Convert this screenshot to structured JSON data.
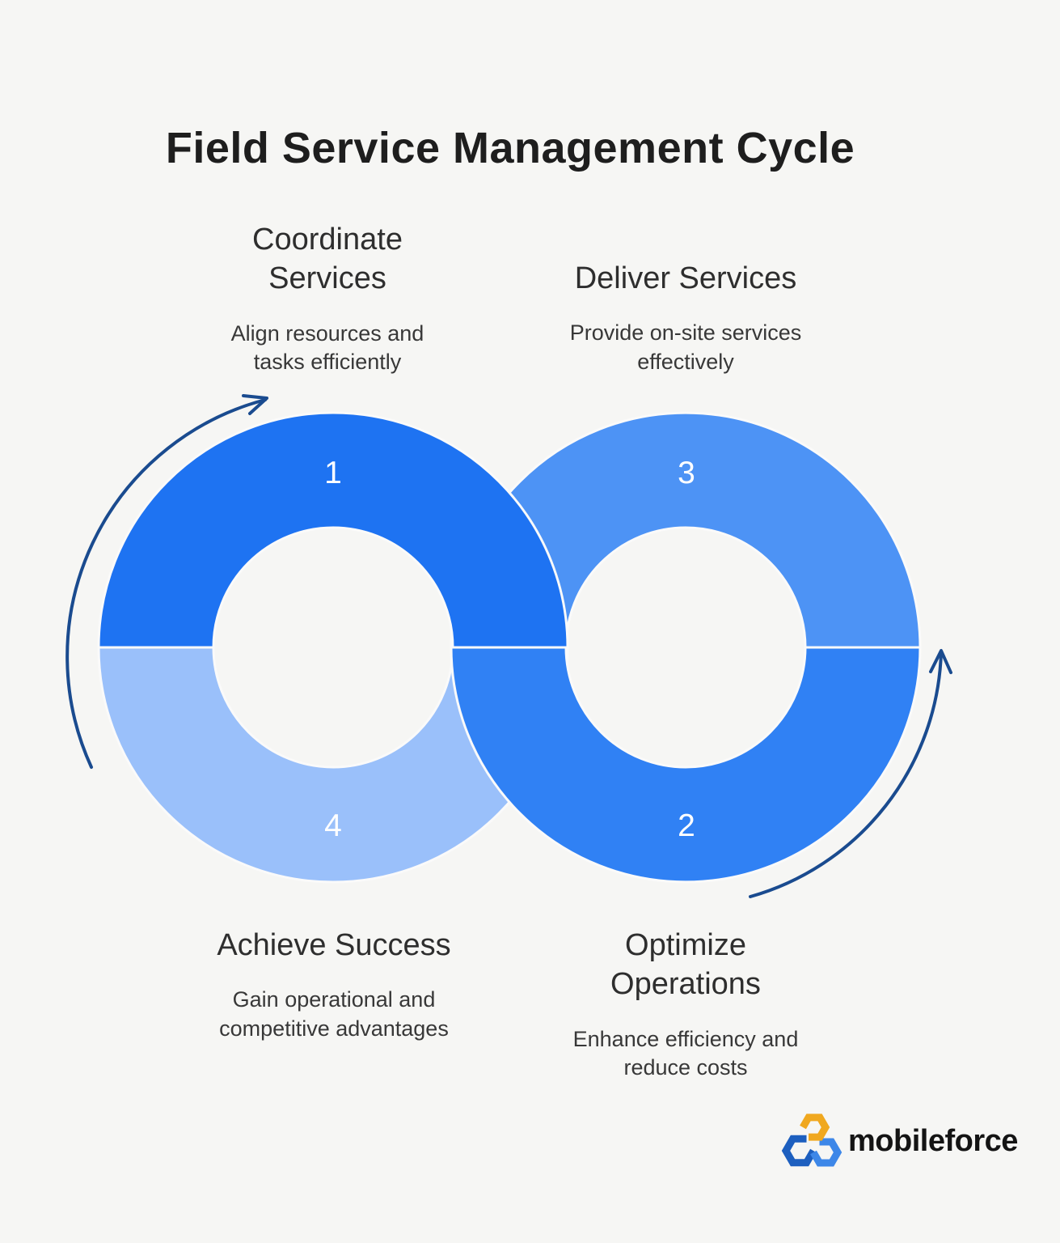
{
  "title": "Field Service Management Cycle",
  "background_color": "#f6f6f4",
  "divider_color": "#fafafa",
  "arrow_color": "#1a4b8f",
  "steps": [
    {
      "number": "1",
      "heading": "Coordinate\nServices",
      "description": "Align resources and\ntasks efficiently",
      "color": "#1e73f2",
      "position": "top-left"
    },
    {
      "number": "2",
      "heading": "Optimize\nOperations",
      "description": "Enhance efficiency and\nreduce costs",
      "color": "#3081f4",
      "position": "bottom-right"
    },
    {
      "number": "3",
      "heading": "Deliver Services",
      "description": "Provide on-site services\neffectively",
      "color": "#4d93f5",
      "position": "top-right"
    },
    {
      "number": "4",
      "heading": "Achieve Success",
      "description": "Gain operational and\ncompetitive advantages",
      "color": "#9ac0fa",
      "position": "bottom-left"
    }
  ],
  "logo": {
    "text": "mobileforce",
    "hex_yellow": "#f0a81f",
    "hex_dark_blue": "#1d5fbf",
    "hex_light_blue": "#3d87e8"
  }
}
